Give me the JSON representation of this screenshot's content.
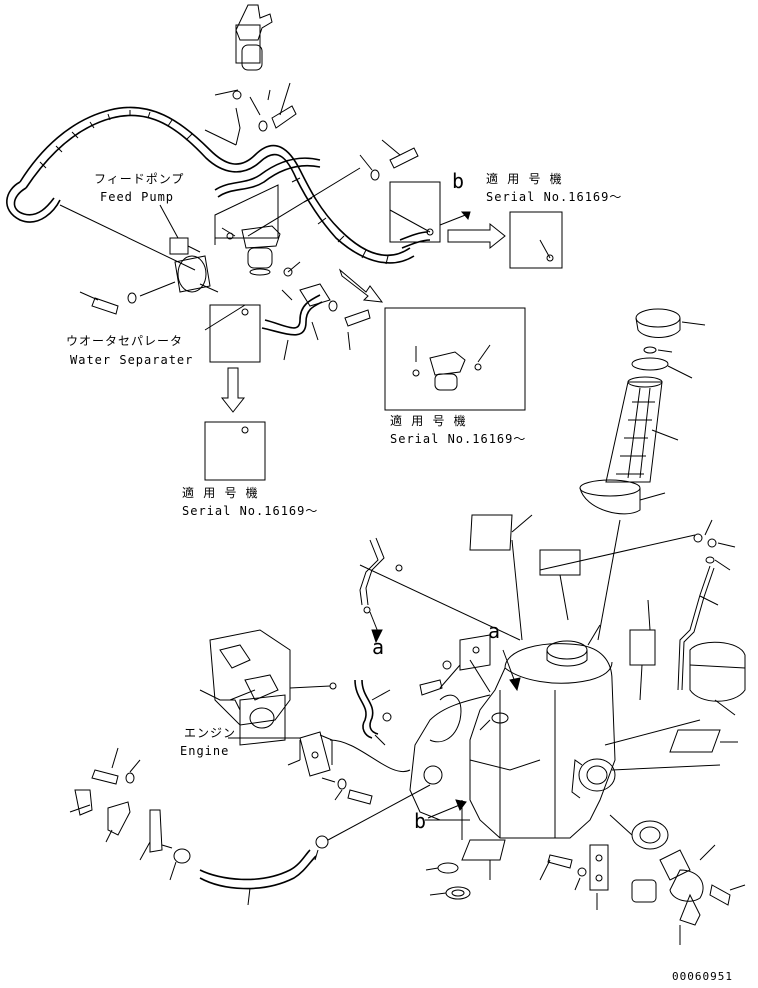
{
  "labels": {
    "feed_pump_jp": "フィードポンプ",
    "feed_pump_en": "Feed Pump",
    "water_sep_jp": "ウオータセパレータ",
    "water_sep_en": "Water Separater",
    "engine_jp": "エンジン",
    "engine_en": "Engine",
    "letter_a1": "a",
    "letter_a2": "a",
    "letter_b1": "b",
    "letter_b2": "b",
    "applicable_jp": "適 用 号 機",
    "serial": "Serial No.16169～",
    "drawing_number": "00060951"
  },
  "callouts": {
    "upper_right_jp": "適 用 号 機",
    "upper_right_en": "Serial No.16169～",
    "middle_jp": "適 用 号 機",
    "middle_en": "Serial No.16169～",
    "left_jp": "適 用 号 機",
    "left_en": "Serial No.16169～"
  }
}
